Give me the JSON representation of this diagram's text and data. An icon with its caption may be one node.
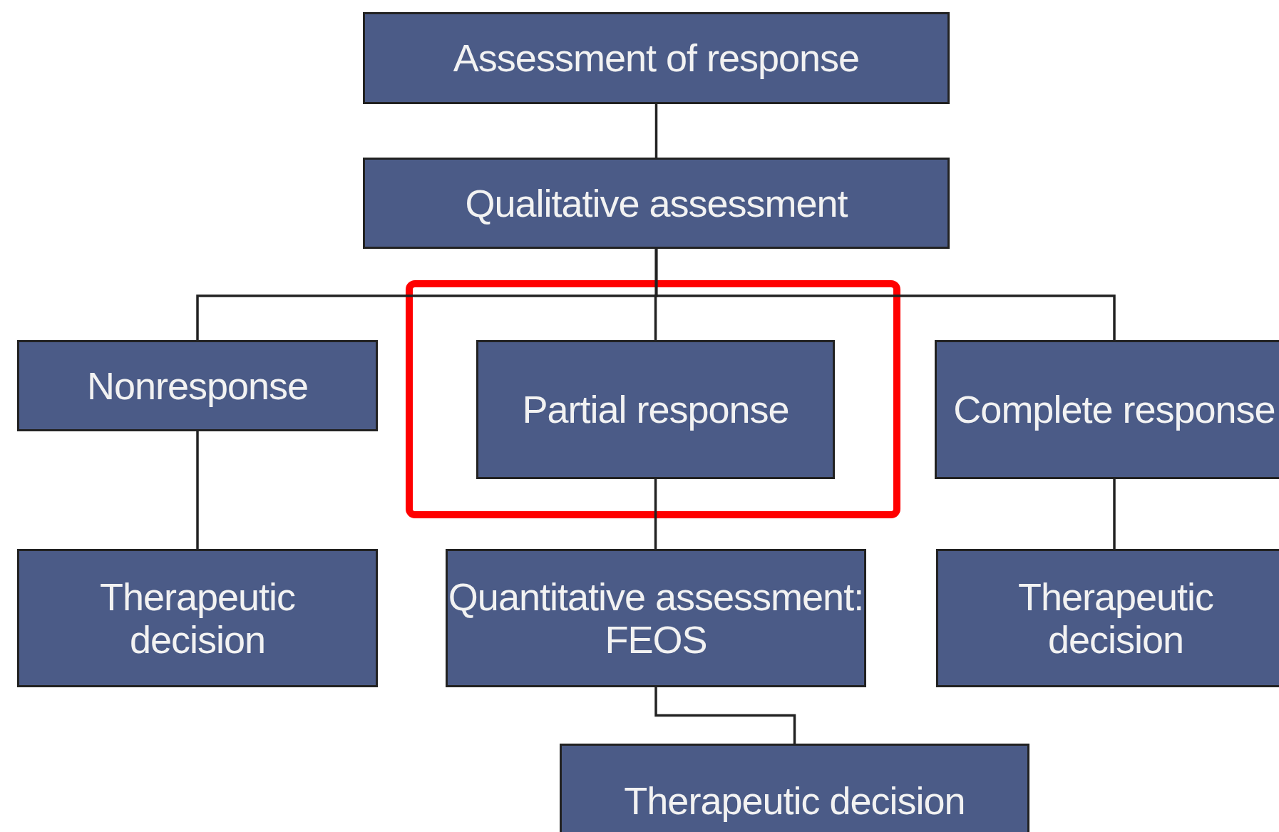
{
  "diagram": {
    "nodes": [
      {
        "text": [
          "Assessment of response"
        ]
      },
      {
        "text": [
          "Qualitative assessment"
        ]
      },
      {
        "text": [
          "Nonresponse"
        ]
      },
      {
        "text": [
          "Partial response"
        ]
      },
      {
        "text": [
          "Complete response"
        ]
      },
      {
        "text": [
          "Therapeutic decision"
        ]
      },
      {
        "text": [
          "Quantitative assessment: FEOS"
        ]
      },
      {
        "text": [
          "Therapeutic decision"
        ]
      },
      {
        "text": [
          "Therapeutic decision"
        ]
      }
    ],
    "edges": [
      {
        "from": 0,
        "to": 1,
        "arrow": "none"
      },
      {
        "from": 1,
        "to": 2,
        "arrow": "none"
      },
      {
        "from": 1,
        "to": 3,
        "arrow": "none"
      },
      {
        "from": 1,
        "to": 4,
        "arrow": "none"
      },
      {
        "from": 2,
        "to": 5,
        "arrow": "none"
      },
      {
        "from": 3,
        "to": 6,
        "arrow": "none"
      },
      {
        "from": 4,
        "to": 7,
        "arrow": "none"
      },
      {
        "from": 6,
        "to": 8,
        "arrow": "none"
      }
    ]
  }
}
